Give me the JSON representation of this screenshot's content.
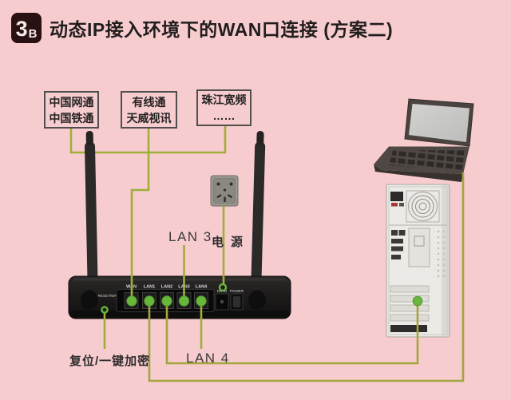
{
  "title": {
    "badge_main": "3",
    "badge_sub": "B",
    "text": "动态IP接入环境下的WAN口连接 (方案二)"
  },
  "isp_boxes": [
    {
      "line1": "中国网通",
      "line2": "中国铁通"
    },
    {
      "line1": "有线通",
      "line2": "天威视讯"
    },
    {
      "line1": "珠江宽频",
      "line2": "……"
    }
  ],
  "labels": {
    "lan3": "LAN 3",
    "power_supply": "电源",
    "lan4": "LAN 4",
    "reset": "复位/一键加密"
  },
  "router": {
    "ports": [
      "WAN",
      "LAN1",
      "LAN2",
      "LAN3",
      "LAN4"
    ],
    "dc_in_label": "DC IN",
    "power_switch_label": "POWER",
    "reset_label": "RESET/WPS"
  },
  "colors": {
    "background": "#f7cccf",
    "cable": "#a0ae3a",
    "connector": "#68b73c",
    "badge_bg": "#2a1111",
    "router_body": "#1e1b1b"
  }
}
